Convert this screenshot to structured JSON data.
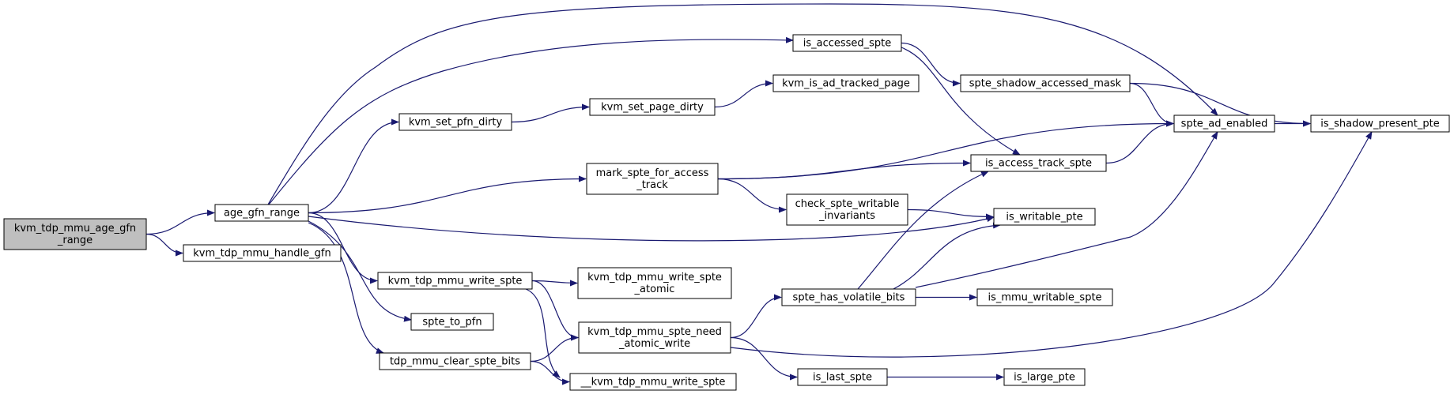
{
  "colors": {
    "edge": "#191970",
    "root_fill": "#bfbfbf",
    "node_fill": "#ffffff",
    "border": "#000000"
  },
  "nodes": [
    {
      "id": "n0",
      "lines": [
        "kvm_tdp_mmu_age_gfn",
        "_range"
      ],
      "root": true
    },
    {
      "id": "n1",
      "lines": [
        "age_gfn_range"
      ]
    },
    {
      "id": "n2",
      "lines": [
        "kvm_tdp_mmu_handle_gfn"
      ]
    },
    {
      "id": "n3",
      "lines": [
        "is_accessed_spte"
      ]
    },
    {
      "id": "n4",
      "lines": [
        "spte_shadow_accessed_mask"
      ]
    },
    {
      "id": "n5",
      "lines": [
        "kvm_is_ad_tracked_page"
      ]
    },
    {
      "id": "n6",
      "lines": [
        "kvm_set_page_dirty"
      ]
    },
    {
      "id": "n7",
      "lines": [
        "kvm_set_pfn_dirty"
      ]
    },
    {
      "id": "n8",
      "lines": [
        "spte_ad_enabled"
      ]
    },
    {
      "id": "n9",
      "lines": [
        "is_shadow_present_pte"
      ]
    },
    {
      "id": "n10",
      "lines": [
        "mark_spte_for_access",
        "_track"
      ]
    },
    {
      "id": "n11",
      "lines": [
        "is_access_track_spte"
      ]
    },
    {
      "id": "n12",
      "lines": [
        "check_spte_writable",
        "_invariants"
      ]
    },
    {
      "id": "n13",
      "lines": [
        "is_writable_pte"
      ]
    },
    {
      "id": "n14",
      "lines": [
        "kvm_tdp_mmu_write_spte"
      ]
    },
    {
      "id": "n15",
      "lines": [
        "kvm_tdp_mmu_write_spte",
        "_atomic"
      ]
    },
    {
      "id": "n16",
      "lines": [
        "spte_has_volatile_bits"
      ]
    },
    {
      "id": "n17",
      "lines": [
        "is_mmu_writable_spte"
      ]
    },
    {
      "id": "n18",
      "lines": [
        "spte_to_pfn"
      ]
    },
    {
      "id": "n19",
      "lines": [
        "kvm_tdp_mmu_spte_need",
        "_atomic_write"
      ]
    },
    {
      "id": "n20",
      "lines": [
        "tdp_mmu_clear_spte_bits"
      ]
    },
    {
      "id": "n21",
      "lines": [
        "is_last_spte"
      ]
    },
    {
      "id": "n22",
      "lines": [
        "is_large_pte"
      ]
    },
    {
      "id": "n23",
      "lines": [
        "__kvm_tdp_mmu_write_spte"
      ]
    }
  ],
  "edges": [
    {
      "from": "n0",
      "to": "n1"
    },
    {
      "from": "n0",
      "to": "n2"
    },
    {
      "from": "n1",
      "to": "n8"
    },
    {
      "from": "n1",
      "to": "n3"
    },
    {
      "from": "n1",
      "to": "n7"
    },
    {
      "from": "n1",
      "to": "n10"
    },
    {
      "from": "n1",
      "to": "n13"
    },
    {
      "from": "n1",
      "to": "n14"
    },
    {
      "from": "n1",
      "to": "n18"
    },
    {
      "from": "n1",
      "to": "n20"
    },
    {
      "from": "n3",
      "to": "n4"
    },
    {
      "from": "n3",
      "to": "n11"
    },
    {
      "from": "n4",
      "to": "n8"
    },
    {
      "from": "n4",
      "to": "n9"
    },
    {
      "from": "n7",
      "to": "n6"
    },
    {
      "from": "n6",
      "to": "n5"
    },
    {
      "from": "n8",
      "to": "n9"
    },
    {
      "from": "n10",
      "to": "n8"
    },
    {
      "from": "n10",
      "to": "n11"
    },
    {
      "from": "n10",
      "to": "n12"
    },
    {
      "from": "n11",
      "to": "n8"
    },
    {
      "from": "n12",
      "to": "n13"
    },
    {
      "from": "n14",
      "to": "n15"
    },
    {
      "from": "n14",
      "to": "n19"
    },
    {
      "from": "n14",
      "to": "n23"
    },
    {
      "from": "n16",
      "to": "n11"
    },
    {
      "from": "n16",
      "to": "n13"
    },
    {
      "from": "n16",
      "to": "n8"
    },
    {
      "from": "n16",
      "to": "n17"
    },
    {
      "from": "n19",
      "to": "n16"
    },
    {
      "from": "n19",
      "to": "n9"
    },
    {
      "from": "n19",
      "to": "n21"
    },
    {
      "from": "n20",
      "to": "n19"
    },
    {
      "from": "n20",
      "to": "n23"
    },
    {
      "from": "n21",
      "to": "n22"
    }
  ]
}
